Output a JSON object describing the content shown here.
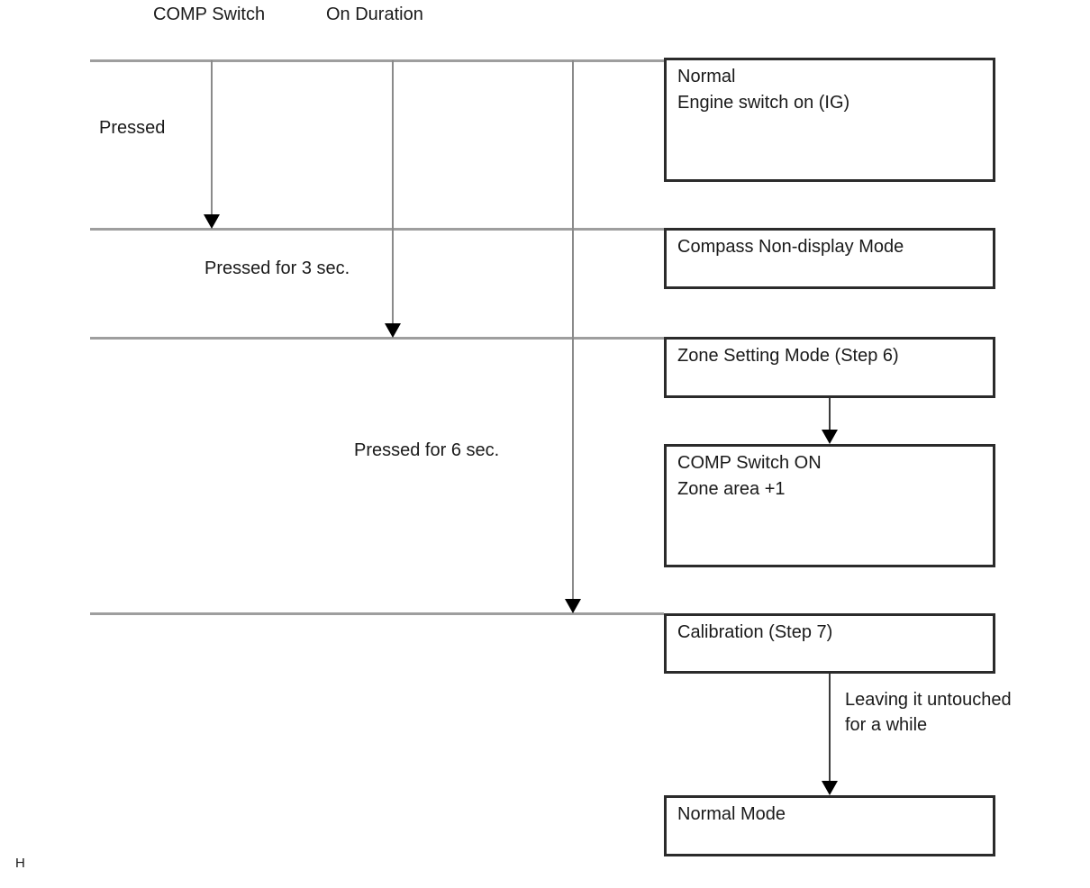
{
  "diagram": {
    "title_context": "COMP switch on-duration mode flowchart",
    "column_headers": {
      "comp_switch": "COMP Switch",
      "on_duration": "On Duration"
    },
    "event_labels": {
      "pressed": "Pressed",
      "pressed_3s": "Pressed for 3 sec.",
      "pressed_6s": "Pressed for 6 sec.",
      "leaving_line1": "Leaving it untouched",
      "leaving_line2": "for a while"
    },
    "boxes": [
      {
        "id": "normal",
        "line1": "Normal",
        "line2": "Engine switch on (IG)"
      },
      {
        "id": "compass-non-display-mode",
        "line1": "Compass Non-display Mode"
      },
      {
        "id": "zone-setting-mode",
        "line1": "Zone Setting Mode (Step 6)"
      },
      {
        "id": "comp-switch-on",
        "line1": "COMP Switch ON",
        "line2": "Zone area +1"
      },
      {
        "id": "calibration",
        "line1": "Calibration (Step 7)"
      },
      {
        "id": "normal-mode",
        "line1": "Normal Mode"
      }
    ],
    "footer": "H",
    "colors": {
      "background": "#ffffff",
      "timeline_line": "#9e9e9e",
      "stem_line": "#8a8a8a",
      "box_border": "#2b2b2b",
      "connector": "#3c3c3c",
      "arrowhead": "#000000",
      "text": "#1a1a1a"
    }
  }
}
